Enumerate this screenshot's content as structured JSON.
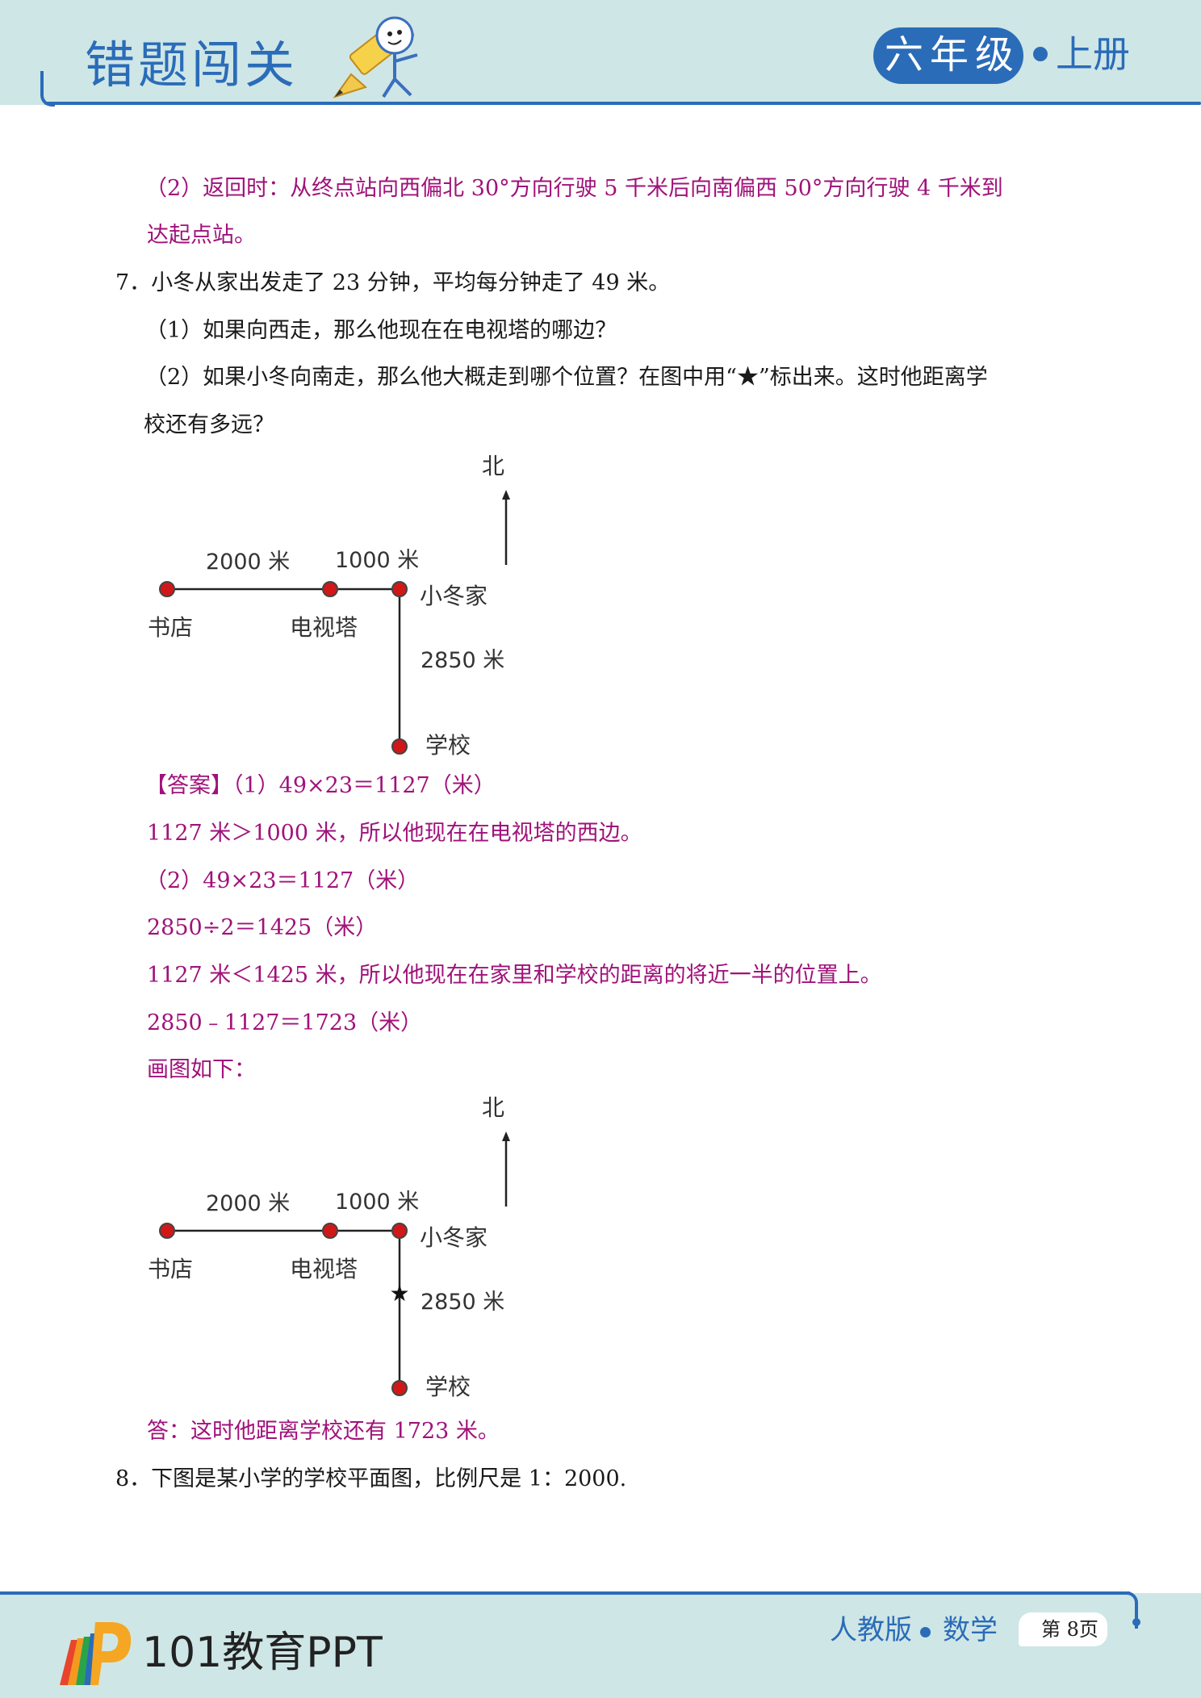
{
  "header": {
    "title": "错题闯关",
    "grade": "六年级",
    "volume": "上册"
  },
  "content": {
    "line1": "（2）返回时：从终点站向西偏北 30°方向行驶 5 千米后向南偏西 50°方向行驶 4 千米到",
    "line2": "达起点站。",
    "q7": "7．小冬从家出发走了 23 分钟，平均每分钟走了 49 米。",
    "q7_1": "（1）如果向西走，那么他现在在电视塔的哪边？",
    "q7_2a": "（2）如果小冬向南走，那么他大概走到哪个位置？在图中用“★”标出来。这时他距离学",
    "q7_2b": "校还有多远？",
    "ans1a": "【答案】（1）49×23＝1127（米）",
    "ans1b": "1127 米＞1000 米，所以他现在在电视塔的西边。",
    "ans2a": "（2）49×23＝1127（米）",
    "ans2b": "2850÷2＝1425（米）",
    "ans2c": "1127 米＜1425 米，所以他现在在家里和学校的距离的将近一半的位置上。",
    "ans2d": "2850﹣1127＝1723（米）",
    "ans2e": "画图如下：",
    "ans_final": "答：这时他距离学校还有 1723 米。",
    "q8": "8．下图是某小学的学校平面图，比例尺是 1：2000."
  },
  "diagram1": {
    "north": "北",
    "dist_west": "2000 米",
    "dist_east": "1000 米",
    "dist_south": "2850 米",
    "bookstore": "书店",
    "tower": "电视塔",
    "home": "小冬家",
    "school": "学校"
  },
  "diagram2": {
    "north": "北",
    "dist_west": "2000 米",
    "dist_east": "1000 米",
    "dist_south": "2850 米",
    "bookstore": "书店",
    "tower": "电视塔",
    "home": "小冬家",
    "school": "学校",
    "star": "★"
  },
  "footer": {
    "logo": "101教育PPT",
    "edition": "人教版",
    "subject": "数学",
    "page": "第 8页"
  },
  "colors": {
    "brand_blue": "#2a6cb8",
    "answer_magenta": "#a0127a",
    "header_bg": "#cfe6e6",
    "point_red": "#d01818"
  }
}
